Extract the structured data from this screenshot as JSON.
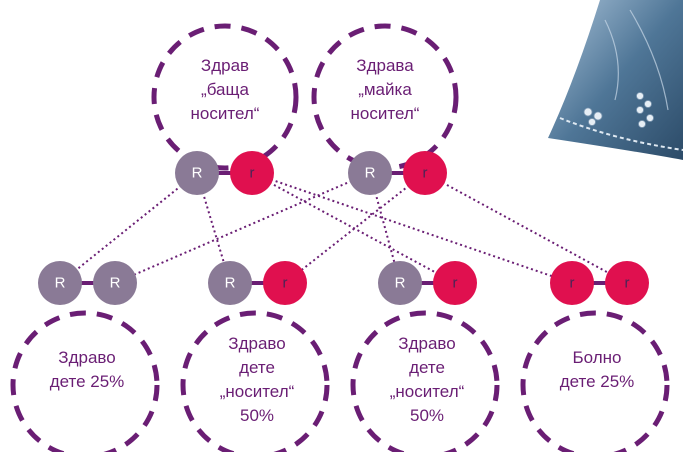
{
  "colors": {
    "purple": "#6a1e74",
    "dominant_gray": "#8a7a96",
    "recessive_red": "#e0104f",
    "line": "#6a1e74"
  },
  "parents": [
    {
      "text": "Здрав\n„баща\nносител“",
      "alleles": [
        "R",
        "r"
      ]
    },
    {
      "text": "Здрава\n„майка\nносител“",
      "alleles": [
        "R",
        "r"
      ]
    }
  ],
  "children": [
    {
      "text": "Здраво\nдете 25%",
      "alleles": [
        "R",
        "R"
      ]
    },
    {
      "text": "Здраво\nдете\n„носител“\n50%",
      "alleles": [
        "R",
        "r"
      ]
    },
    {
      "text": "Здраво\nдете\n„носител“\n50%",
      "alleles": [
        "R",
        "r"
      ]
    },
    {
      "text": "Болно\nдете 25%",
      "alleles": [
        "r",
        "r"
      ]
    }
  ],
  "decorative_image": "denim-jacket-sleeve"
}
